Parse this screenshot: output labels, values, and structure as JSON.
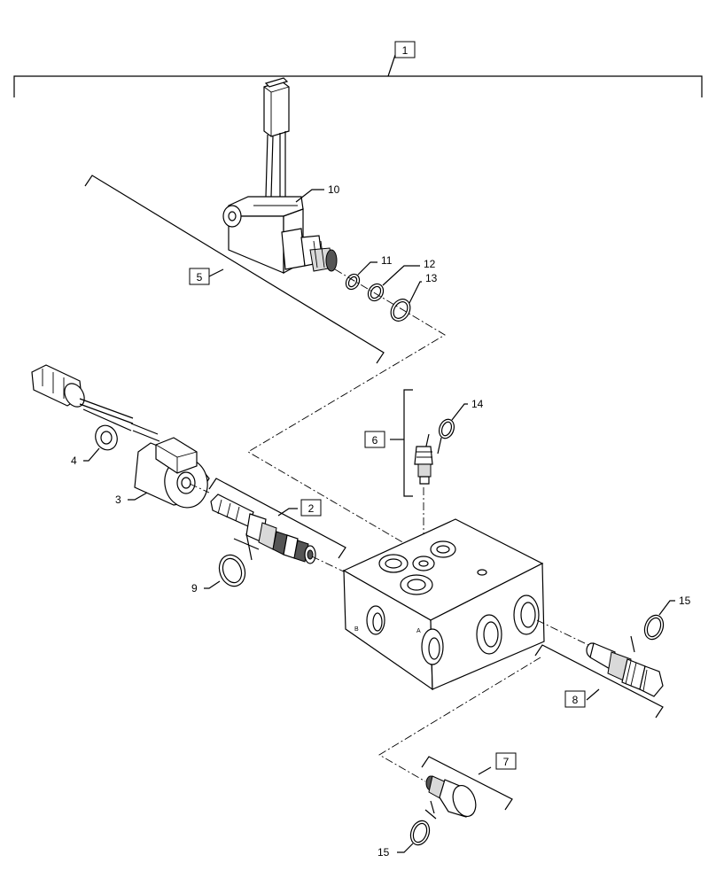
{
  "callouts": {
    "c1": "1",
    "c2": "2",
    "c3": "3",
    "c4": "4",
    "c5": "5",
    "c6": "6",
    "c7": "7",
    "c8": "8",
    "c9": "9",
    "c10": "10",
    "c11": "11",
    "c12": "12",
    "c13": "13",
    "c14": "14",
    "c15a": "15",
    "c15b": "15"
  }
}
